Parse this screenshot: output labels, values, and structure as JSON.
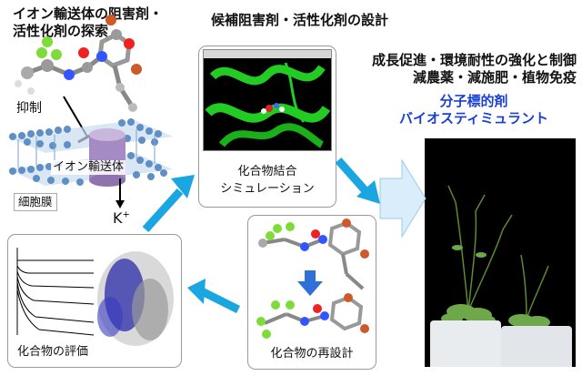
{
  "left_title_line1": "イオン輸送体の阻害剤・",
  "left_title_line2": "活性化剤の探索",
  "center_title": "候補阻害剤・活性化剤の設計",
  "right_line1": "成長促進・環境耐性の強化と制御",
  "right_line2": "減農薬・減施肥・植物免疫",
  "right_blue_line1": "分子標的剤",
  "right_blue_line2": "バイオスティミュラント",
  "inhibition_label": "抑制",
  "transporter_label": "イオン輸送体",
  "membrane_label": "細胞膜",
  "ion_label": "K",
  "ion_charge": "+",
  "sim_label_line1": "化合物結合",
  "sim_label_line2": "シミュレーション",
  "redesign_label": "化合物の再設計",
  "evaluation_label": "化合物の評価",
  "colors": {
    "arrow": "#1aa6e0",
    "blue_text": "#1a3fd6",
    "molecule_green": "#22cc22"
  }
}
